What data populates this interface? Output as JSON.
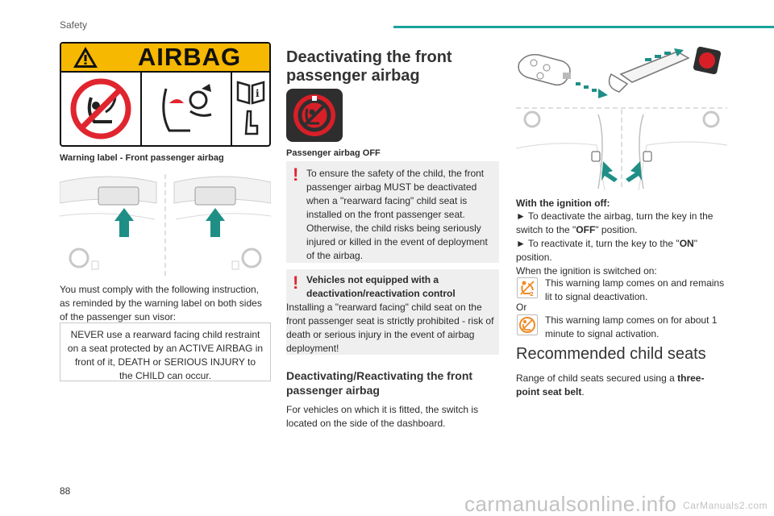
{
  "header": {
    "section": "Safety"
  },
  "left": {
    "airbag_word": "AIRBAG",
    "label_caption": "Warning label - Front passenger airbag",
    "instruction": "You must comply with the following instruction, as reminded by the warning label on both sides of the passenger sun visor:",
    "notice": "NEVER use a rearward facing child restraint on a seat protected by an ACTIVE AIRBAG in front of it, DEATH or SERIOUS INJURY to the CHILD can occur."
  },
  "middle": {
    "title": "Deactivating the front passenger airbag",
    "icon_caption": "Passenger airbag OFF",
    "alert1": "To ensure the safety of the child, the front passenger airbag MUST be deactivated when a \"rearward facing\" child seat is installed on the front passenger seat. Otherwise, the child risks being seriously injured or killed in the event of deployment of the airbag.",
    "alert2_title": "Vehicles not equipped with a deactivation/reactivation control",
    "alert2_body": "Installing a \"rearward facing\" child seat on the front passenger seat is strictly prohibited - risk of death or serious injury in the event of airbag deployment!",
    "subtitle": "Deactivating/Reactivating the front passenger airbag",
    "switch_text": "For vehicles on which it is fitted, the switch is located on the side of the dashboard."
  },
  "right": {
    "ignition_off": "With the ignition off:",
    "bullet1_pre": "► To deactivate the airbag, turn the key in the switch to the \"",
    "bullet1_bold": "OFF",
    "bullet1_post": "\" position.",
    "bullet2_pre": "► To reactivate it, turn the key to the \"",
    "bullet2_bold": "ON",
    "bullet2_post": "\" position.",
    "ignition_on": "When the ignition is switched on:",
    "lamp1_text": "This warning lamp comes on and remains lit to signal deactivation.",
    "or": "Or",
    "lamp2_text": "This warning lamp comes on for about 1 minute to signal activation.",
    "title2": "Recommended child seats",
    "range_pre": "Range of child seats secured using a ",
    "range_bold": "three-point seat belt",
    "range_post": "."
  },
  "footer": {
    "page": "88",
    "watermark": "carmanualsonline.info",
    "watermark_small": "CarManuals2.com"
  },
  "colors": {
    "accent": "#1aa39a",
    "warning_yellow": "#f6b800",
    "alert_red": "#e0252f",
    "lamp_orange": "#f08a24",
    "arrow_teal": "#1f8f85"
  }
}
